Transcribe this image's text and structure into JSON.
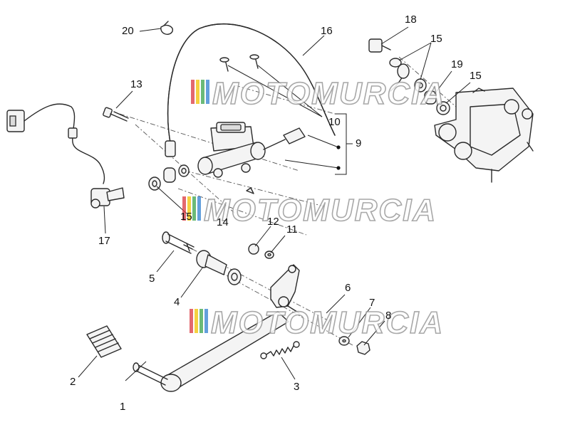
{
  "callouts": [
    "1",
    "2",
    "3",
    "4",
    "5",
    "6",
    "7",
    "8",
    "9",
    "10",
    "11",
    "12",
    "13",
    "14",
    "15",
    "15",
    "15",
    "16",
    "17",
    "18",
    "19",
    "20"
  ],
  "watermark": {
    "text": "MOTOMURCIA",
    "colors": [
      "#d9363e",
      "#f2c200",
      "#3aa34b",
      "#2f7fd0"
    ]
  }
}
